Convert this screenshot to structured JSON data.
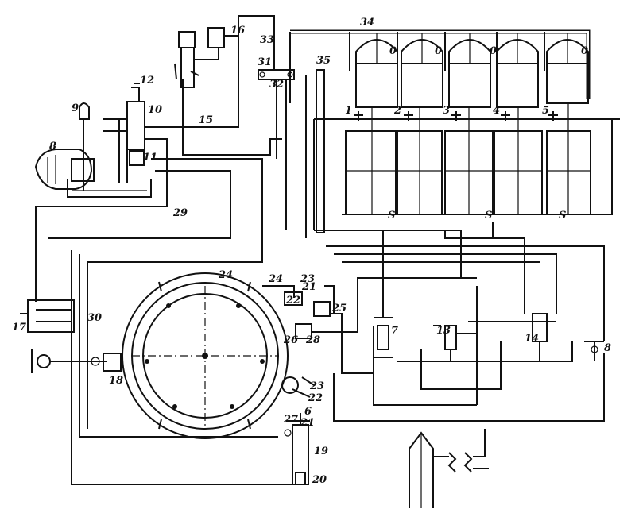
{
  "diagram": {
    "labels": {
      "l1": "1",
      "l2": "2",
      "l3": "3",
      "l4": "4",
      "l5": "5",
      "l6": "6",
      "l7": "7",
      "l8": "8",
      "l8b": "8",
      "l9": "9",
      "l10": "10",
      "l11": "11",
      "l12": "12",
      "l13": "13",
      "l14": "14",
      "l15": "15",
      "l16": "16",
      "l17": "17",
      "l18": "18",
      "l19": "19",
      "l20": "20",
      "l21": "21",
      "l21b": "21",
      "l22": "22",
      "l22b": "22",
      "l23": "23",
      "l23b": "23",
      "l24": "24",
      "l24b": "24",
      "l25": "25",
      "l26": "26",
      "l27": "27",
      "l28": "28",
      "l29": "29",
      "l30": "30",
      "l31": "31",
      "l32": "32",
      "l33": "33",
      "l34": "34",
      "l35": "35",
      "o1": "0",
      "o2": "0",
      "o3": "0",
      "o4": "0",
      "s1": "S",
      "s2": "S",
      "s3": "S"
    }
  }
}
